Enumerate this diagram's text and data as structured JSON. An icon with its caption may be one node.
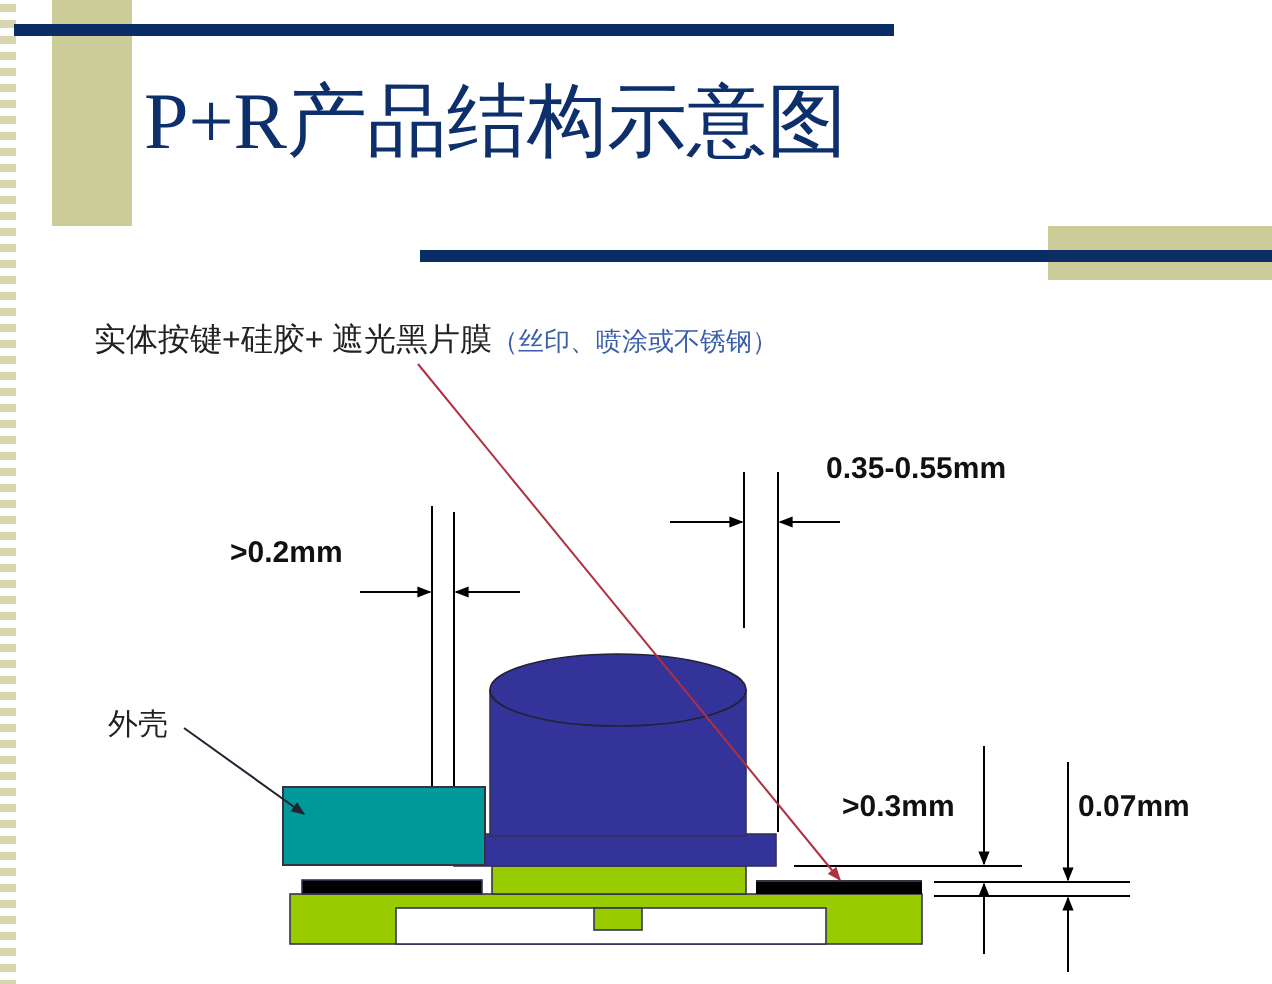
{
  "diagram": {
    "title": "P+R产品结构示意图",
    "nodes": [
      {
        "text": [
          "实体按键+硅胶+ 遮光黑片膜",
          "（丝印、喷涂或不锈钢）"
        ]
      },
      {
        "text": [],
        "shape": "bar"
      },
      {
        "text": [
          "外壳"
        ]
      },
      {
        "text": [],
        "shape": "box"
      }
    ],
    "edges": [
      {
        "from": 0,
        "to": 1,
        "arrow": "to",
        "color": "#b03040"
      },
      {
        "from": 2,
        "to": 3,
        "arrow": "to",
        "color": "#222233"
      }
    ],
    "labels": [
      ">0.2mm",
      "0.35-0.55mm",
      ">0.3mm",
      "0.07mm"
    ]
  }
}
